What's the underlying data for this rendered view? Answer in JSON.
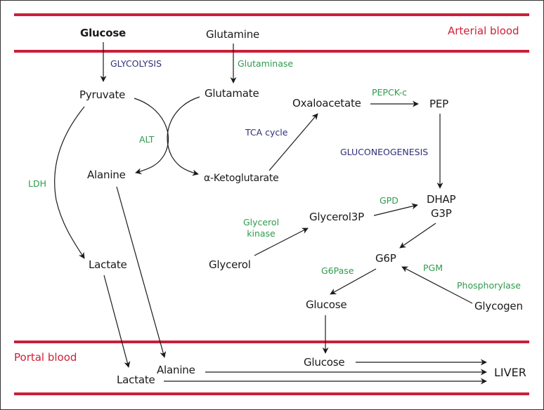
{
  "colors": {
    "compartment_line": "#c8203a",
    "compartment_label": "#cf1f36",
    "enzyme": "#2e9a4c",
    "pathway": "#2f2f78",
    "metabolite": "#1a1a1a",
    "arrow": "#1a1a1a"
  },
  "compartments": {
    "arterial": "Arterial blood",
    "portal": "Portal blood"
  },
  "metabolites": {
    "glucose_arterial": "Glucose",
    "glutamine": "Glutamine",
    "pyruvate": "Pyruvate",
    "glutamate": "Glutamate",
    "oxaloacetate": "Oxaloacetate",
    "pep": "PEP",
    "alanine": "Alanine",
    "alpha_ketoglutarate": "α-Ketoglutarate",
    "dhap": "DHAP",
    "g3p": "G3P",
    "glycerol3p": "Glycerol3P",
    "lactate": "Lactate",
    "glycerol": "Glycerol",
    "g6p": "G6P",
    "glucose_mid": "Glucose",
    "glycogen": "Glycogen",
    "glucose_portal": "Glucose",
    "alanine_portal": "Alanine",
    "lactate_portal": "Lactate",
    "liver": "LIVER"
  },
  "enzymes": {
    "glutaminase": "Glutaminase",
    "pepck": "PEPCK-c",
    "alt": "ALT",
    "ldh": "LDH",
    "gpd": "GPD",
    "glycerol_kinase_1": "Glycerol",
    "glycerol_kinase_2": "kinase",
    "g6pase": "G6Pase",
    "pgm": "PGM",
    "phosphorylase": "Phosphorylase"
  },
  "pathways": {
    "glycolysis": "GLYCOLYSIS",
    "tca": "TCA cycle",
    "gluconeogenesis": "GLUCONEOGENESIS"
  }
}
